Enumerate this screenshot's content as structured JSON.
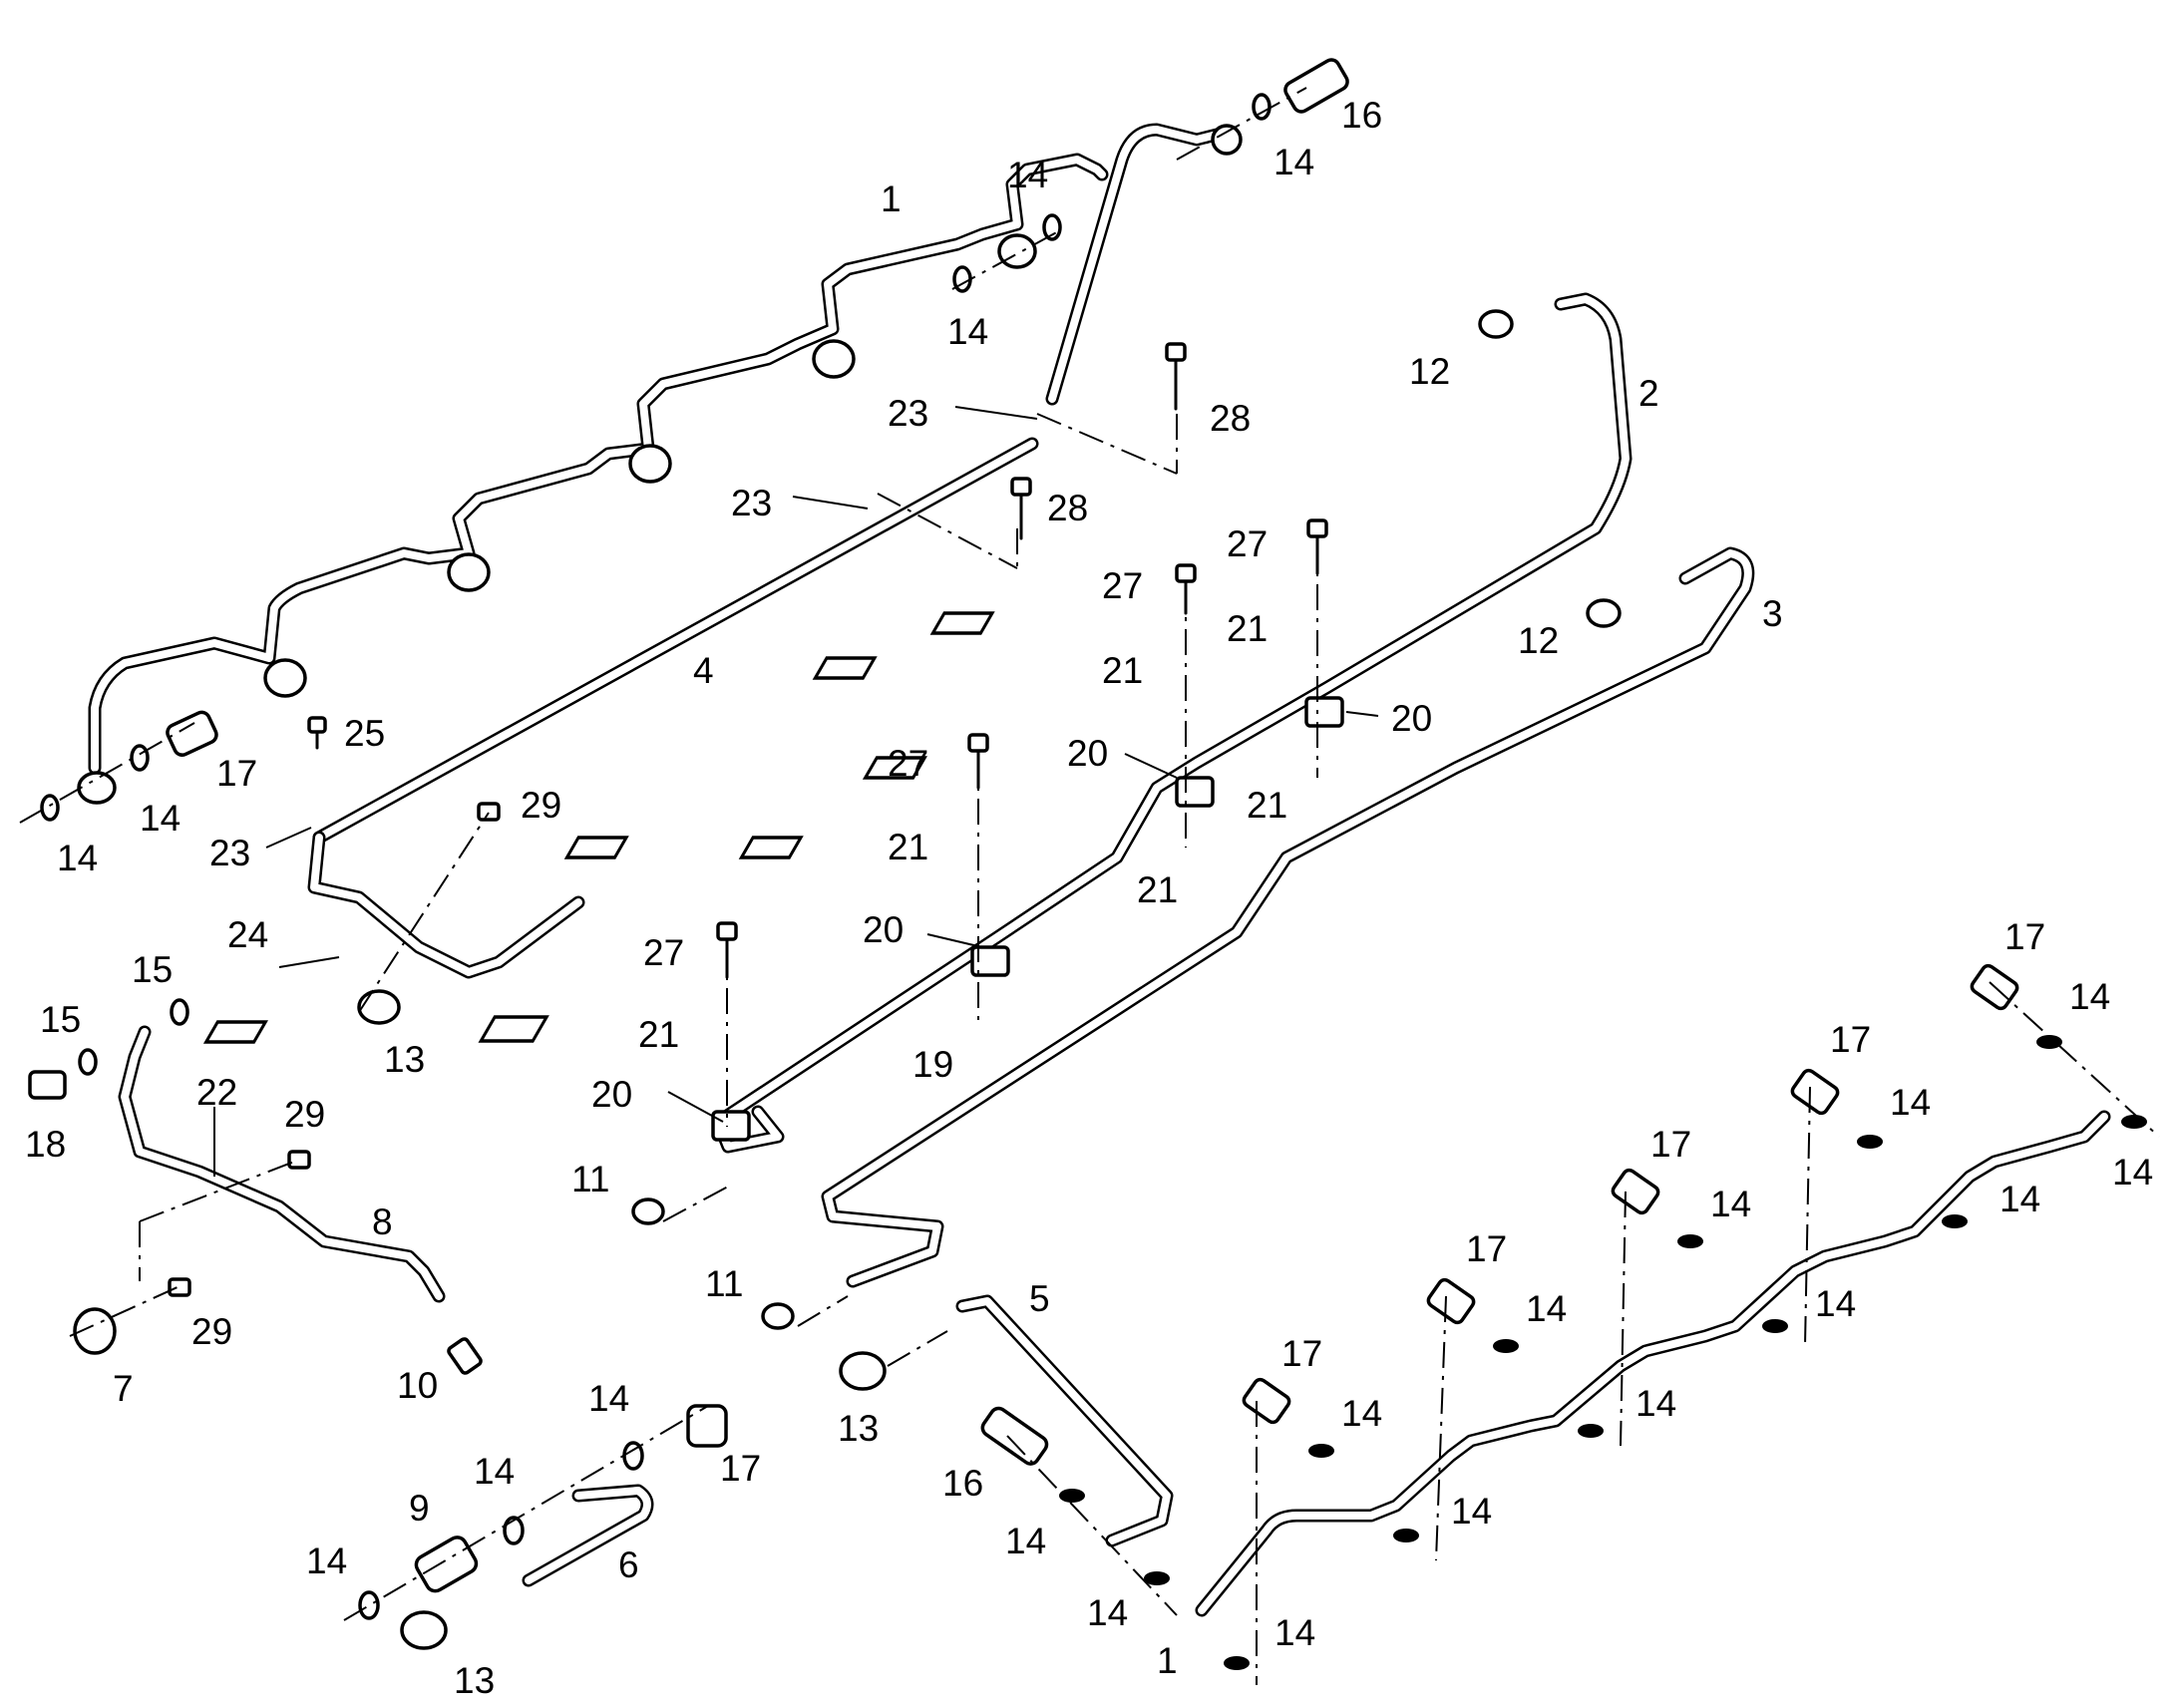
{
  "diagram": {
    "colors": {
      "line": "#000000",
      "background": "#ffffff"
    },
    "callouts": [
      {
        "id": "c1",
        "text": "1"
      },
      {
        "id": "c2",
        "text": "14"
      },
      {
        "id": "c3",
        "text": "14"
      },
      {
        "id": "c4",
        "text": "14"
      },
      {
        "id": "c5",
        "text": "16"
      },
      {
        "id": "c6",
        "text": "12"
      },
      {
        "id": "c7",
        "text": "2"
      },
      {
        "id": "c8",
        "text": "23"
      },
      {
        "id": "c9",
        "text": "28"
      },
      {
        "id": "c10",
        "text": "23"
      },
      {
        "id": "c11",
        "text": "28"
      },
      {
        "id": "c12",
        "text": "27"
      },
      {
        "id": "c13",
        "text": "27"
      },
      {
        "id": "c14",
        "text": "21"
      },
      {
        "id": "c15",
        "text": "21"
      },
      {
        "id": "c16",
        "text": "12"
      },
      {
        "id": "c17",
        "text": "3"
      },
      {
        "id": "c18",
        "text": "4"
      },
      {
        "id": "c19",
        "text": "20"
      },
      {
        "id": "c20",
        "text": "20"
      },
      {
        "id": "c21",
        "text": "21"
      },
      {
        "id": "c22",
        "text": "21"
      },
      {
        "id": "c23",
        "text": "27"
      },
      {
        "id": "c24",
        "text": "21"
      },
      {
        "id": "c25",
        "text": "20"
      },
      {
        "id": "c26",
        "text": "27"
      },
      {
        "id": "c27",
        "text": "21"
      },
      {
        "id": "c28",
        "text": "19"
      },
      {
        "id": "c29",
        "text": "20"
      },
      {
        "id": "c30",
        "text": "11"
      },
      {
        "id": "c31",
        "text": "11"
      },
      {
        "id": "c32",
        "text": "25"
      },
      {
        "id": "c33",
        "text": "17"
      },
      {
        "id": "c34",
        "text": "14"
      },
      {
        "id": "c35",
        "text": "14"
      },
      {
        "id": "c36",
        "text": "23"
      },
      {
        "id": "c37",
        "text": "29"
      },
      {
        "id": "c38",
        "text": "24"
      },
      {
        "id": "c39",
        "text": "13"
      },
      {
        "id": "c40",
        "text": "15"
      },
      {
        "id": "c41",
        "text": "15"
      },
      {
        "id": "c42",
        "text": "18"
      },
      {
        "id": "c43",
        "text": "22"
      },
      {
        "id": "c44",
        "text": "29"
      },
      {
        "id": "c45",
        "text": "8"
      },
      {
        "id": "c46",
        "text": "29"
      },
      {
        "id": "c47",
        "text": "7"
      },
      {
        "id": "c48",
        "text": "10"
      },
      {
        "id": "c49",
        "text": "5"
      },
      {
        "id": "c50",
        "text": "13"
      },
      {
        "id": "c51",
        "text": "14"
      },
      {
        "id": "c52",
        "text": "17"
      },
      {
        "id": "c53",
        "text": "14"
      },
      {
        "id": "c54",
        "text": "9"
      },
      {
        "id": "c55",
        "text": "14"
      },
      {
        "id": "c56",
        "text": "6"
      },
      {
        "id": "c57",
        "text": "13"
      },
      {
        "id": "c58",
        "text": "16"
      },
      {
        "id": "c59",
        "text": "14"
      },
      {
        "id": "c60",
        "text": "14"
      },
      {
        "id": "c61",
        "text": "1"
      },
      {
        "id": "c62",
        "text": "14"
      },
      {
        "id": "c63",
        "text": "17"
      },
      {
        "id": "c64",
        "text": "14"
      },
      {
        "id": "c65",
        "text": "14"
      },
      {
        "id": "c66",
        "text": "17"
      },
      {
        "id": "c67",
        "text": "14"
      },
      {
        "id": "c68",
        "text": "14"
      },
      {
        "id": "c69",
        "text": "17"
      },
      {
        "id": "c70",
        "text": "14"
      },
      {
        "id": "c71",
        "text": "14"
      },
      {
        "id": "c72",
        "text": "17"
      },
      {
        "id": "c73",
        "text": "14"
      },
      {
        "id": "c74",
        "text": "14"
      },
      {
        "id": "c75",
        "text": "17"
      },
      {
        "id": "c76",
        "text": "14"
      },
      {
        "id": "c77",
        "text": "14"
      }
    ]
  }
}
